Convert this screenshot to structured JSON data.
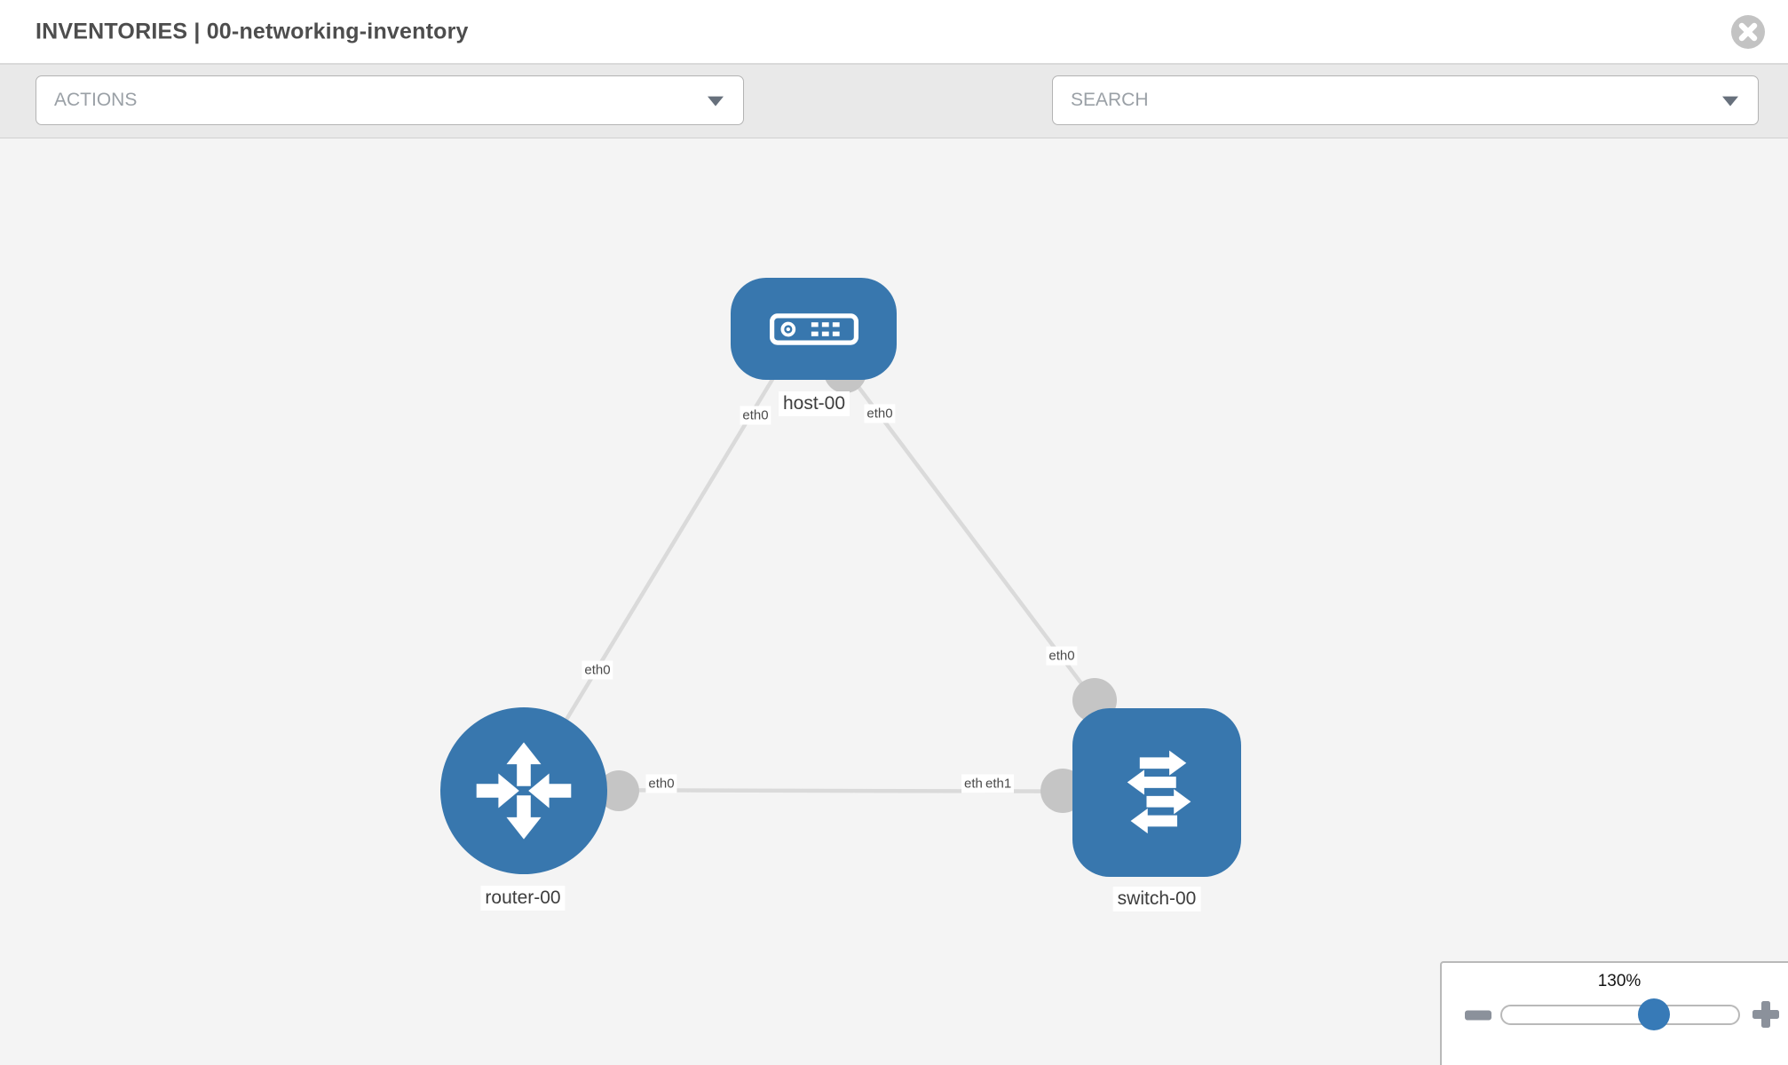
{
  "header": {
    "title": "INVENTORIES | 00-networking-inventory"
  },
  "toolbar": {
    "actions_label": "ACTIONS",
    "search_label": "SEARCH",
    "icons": [
      "wrench-icon",
      "key-icon"
    ]
  },
  "topology": {
    "nodes": [
      {
        "label": "host-00",
        "type": "host"
      },
      {
        "label": "router-00",
        "type": "router"
      },
      {
        "label": "switch-00",
        "type": "switch"
      }
    ],
    "links": [
      {
        "from": "router-00",
        "from_interface": "eth0",
        "to": "host-00",
        "to_interface": "eth0"
      },
      {
        "from": "host-00",
        "from_interface": "eth0",
        "to": "switch-00",
        "to_interface": "eth0"
      },
      {
        "from": "router-00",
        "from_interface": "eth0",
        "to": "switch-00",
        "to_interface": "eth1"
      }
    ]
  },
  "zoom_control": {
    "value": "130%",
    "percent": 130
  },
  "colors": {
    "node_blue": "#3877ae",
    "slider_blue": "#377ab7",
    "link_gray": "#dadada",
    "connector_gray": "#c5c5c5",
    "toolbar_bg": "#e9e9e9",
    "canvas_bg": "#f4f4f4"
  }
}
